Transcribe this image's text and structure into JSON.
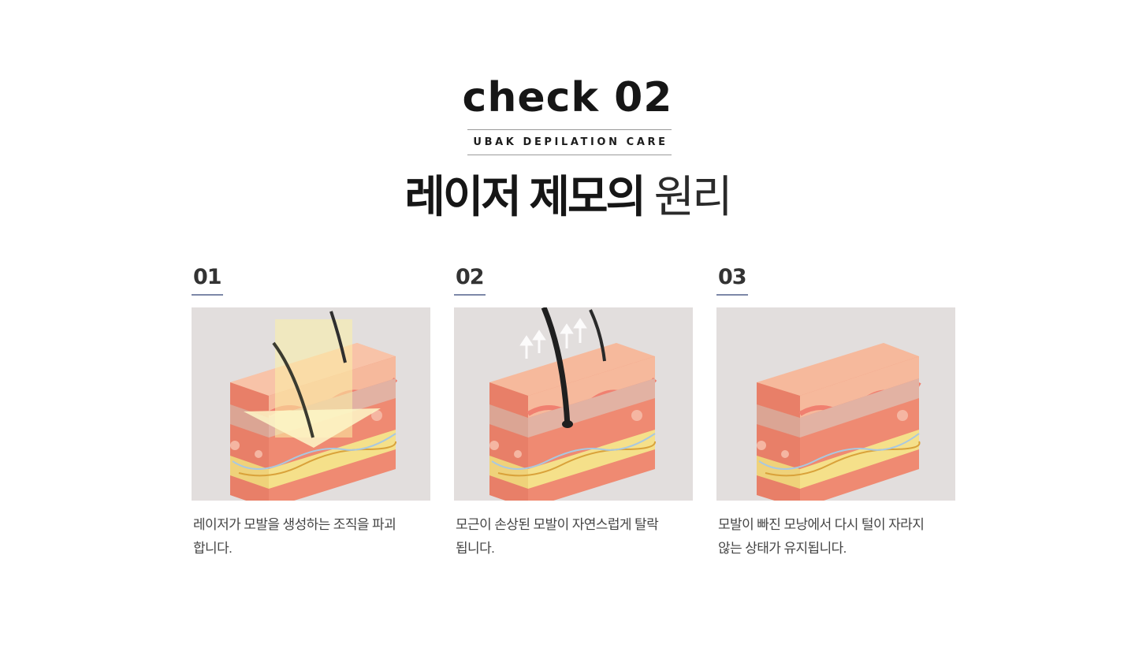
{
  "header": {
    "title": "check 02",
    "subtitle": "UBAK DEPILATION CARE",
    "heading_bold": "레이저 제모의",
    "heading_light": "원리"
  },
  "steps": [
    {
      "number": "01",
      "description": "레이저가 모발을 생성하는 조직을 파괴\n합니다.",
      "illustration": "laser-beam-skin-icon"
    },
    {
      "number": "02",
      "description": "모근이 손상된 모발이 자연스럽게 탈락\n됩니다.",
      "illustration": "hair-shedding-skin-icon"
    },
    {
      "number": "03",
      "description": "모발이 빠진 모낭에서 다시 털이 자라지\n않는 상태가 유지됩니다.",
      "illustration": "hairless-skin-icon"
    }
  ],
  "colors": {
    "accent_underline": "#7d88a8",
    "image_background": "#e2dedd",
    "skin_top": "#f6b99c",
    "skin_dermis": "#ef8a72",
    "fat_layer": "#f5e08a"
  }
}
